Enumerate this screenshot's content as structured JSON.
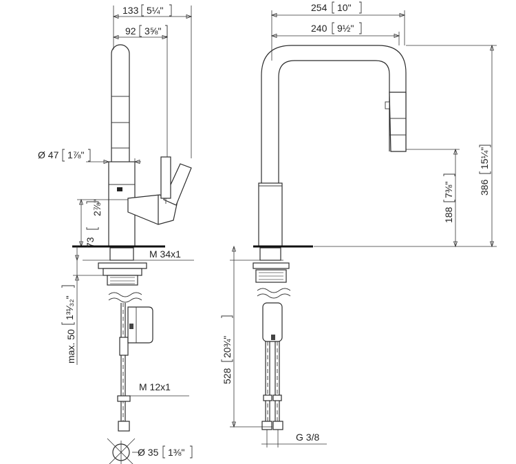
{
  "labels": {
    "w133": "133",
    "w133_in": "5¼\"",
    "w92": "92",
    "w92_in": "3⅝\"",
    "d47": "Ø 47",
    "d47_in": "1⅞\"",
    "h73": "73",
    "h73_in": "2⅞\"",
    "thread_m34": "M 34x1",
    "max50": "max. 50",
    "max50_in": "1³¹⁄₃₂\"",
    "thread_m12": "M 12x1",
    "d35": "Ø 35",
    "d35_in": "1⅜\"",
    "w254": "254",
    "w254_in": "10\"",
    "w240": "240",
    "w240_in": "9½\"",
    "h386": "386",
    "h386_in": "15¼\"",
    "h188": "188",
    "h188_in": "7⅜\"",
    "h528": "528",
    "h528_in": "20¾\"",
    "thread_g38": "G 3/8"
  }
}
